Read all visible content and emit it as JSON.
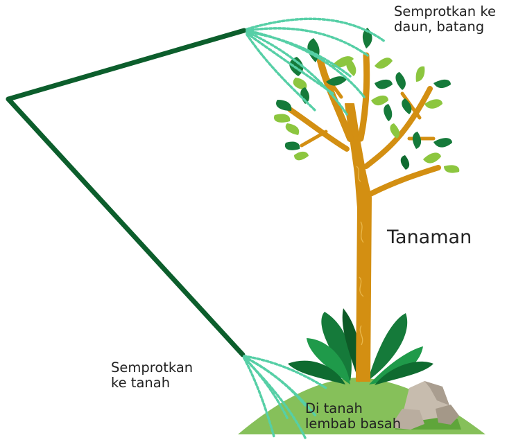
{
  "labels": {
    "spray_leaves_line1": "Semprotkan ke",
    "spray_leaves_line2": "daun, batang",
    "plant": "Tanaman",
    "spray_soil_line1": "Semprotkan",
    "spray_soil_line2": "ke tanah",
    "moist_soil_line1": "Di tanah",
    "moist_soil_line2": "lembab basah"
  },
  "colors": {
    "frame_line": "#0c5e2c",
    "spray": "#56cfa6",
    "trunk": "#d38f12",
    "leaf_light": "#8cc63f",
    "leaf_dark": "#157a3a",
    "mound": "#86c05a",
    "rock": "#bfb4a6"
  }
}
